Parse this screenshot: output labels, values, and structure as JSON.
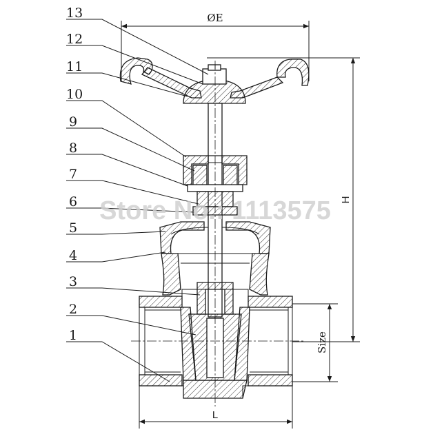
{
  "callouts": [
    "13",
    "12",
    "11",
    "10",
    "9",
    "8",
    "7",
    "6",
    "5",
    "4",
    "3",
    "2",
    "1"
  ],
  "dimensions": {
    "diameter": "ØE",
    "height": "H",
    "size": "Size",
    "length": "L"
  },
  "watermark": "Store No.: 1113575"
}
